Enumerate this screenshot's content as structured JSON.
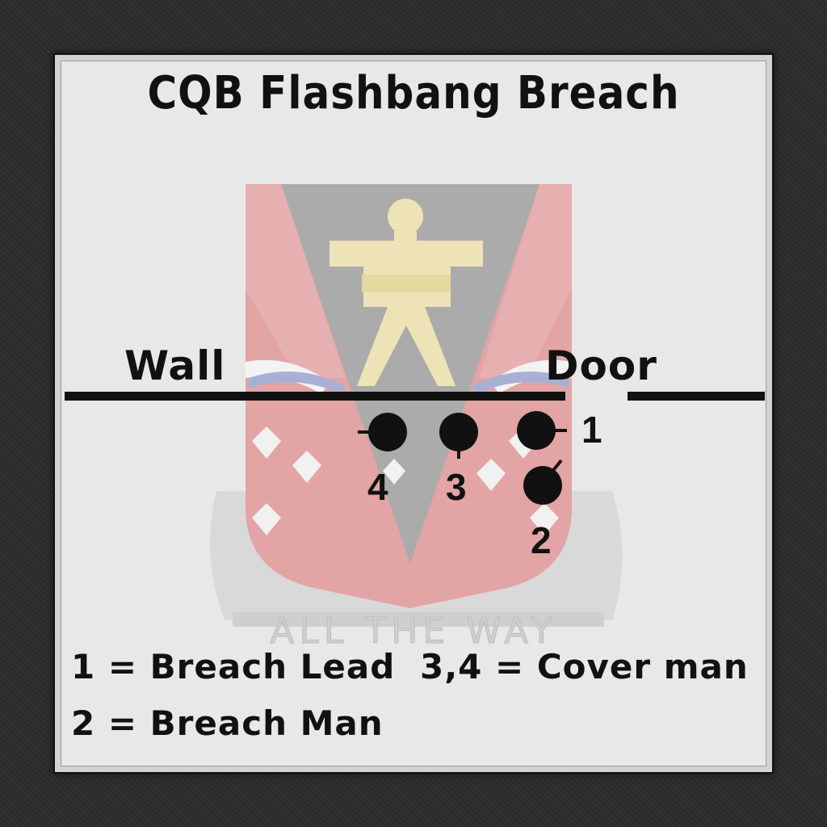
{
  "title": "CQB Flashbang Breach",
  "labels": {
    "wall": "Wall",
    "door": "Door"
  },
  "team": [
    {
      "id": "1",
      "role": "Breach Lead"
    },
    {
      "id": "2",
      "role": "Breach Man"
    },
    {
      "id": "3",
      "role": "Cover man"
    },
    {
      "id": "4",
      "role": "Cover man"
    }
  ],
  "legend": {
    "line1": "1 = Breach Lead",
    "line2": "2 = Breach Man",
    "line3": "3,4 = Cover man"
  },
  "emblem": {
    "motto": "ALL THE WAY"
  },
  "colors": {
    "background": "#2b2b2b",
    "panel": "#e8e8e8",
    "ink": "#111111",
    "emblem_red": "#e2a4a4",
    "emblem_gray": "#aaaaaa",
    "emblem_gold": "#ede3b6",
    "emblem_blue": "#a9b0d6"
  }
}
